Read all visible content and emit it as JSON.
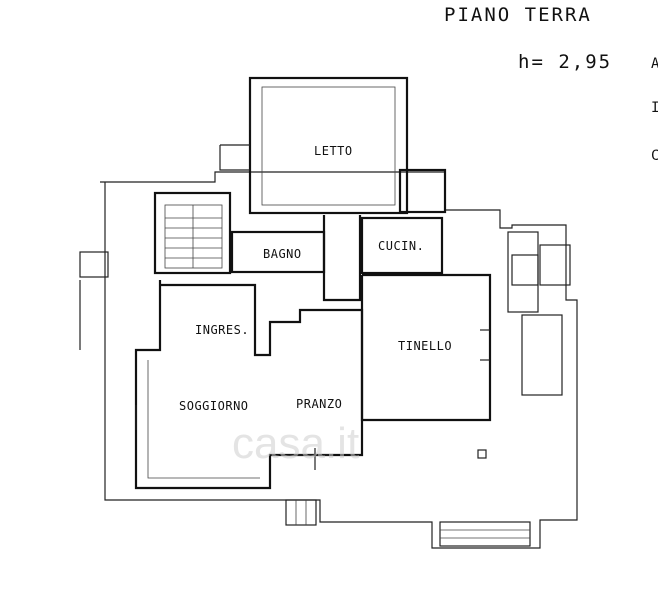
{
  "header": {
    "title": "PIANO TERRA",
    "height_note": "h= 2,95"
  },
  "rooms": {
    "letto": "LETTO",
    "bagno": "BAGNO",
    "cucina": "CUCIN.",
    "ingresso": "INGRES.",
    "tinello": "TINELLO",
    "soggiorno": "SOGGIORNO",
    "pranzo": "PRANZO"
  },
  "watermark": "casa.it",
  "margin_marks": [
    "A",
    "I",
    "C"
  ]
}
